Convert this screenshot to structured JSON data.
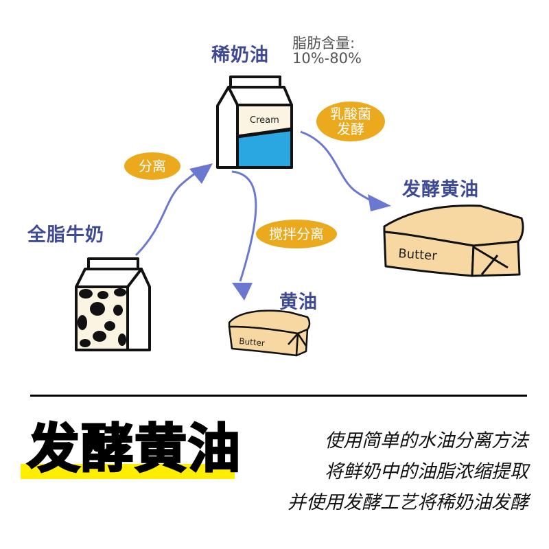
{
  "nodes": {
    "cream": {
      "label": "稀奶油",
      "note_line1": "脂肪含量:",
      "note_line2": "10%-80%",
      "carton_text": "Cream"
    },
    "whole_milk": {
      "label": "全脂牛奶"
    },
    "butter": {
      "label": "黄油",
      "pack_text": "Butter"
    },
    "cultured_butter": {
      "label": "发酵黄油",
      "pack_text": "Butter"
    }
  },
  "steps": {
    "separate": "分离",
    "churn": "搅拌分离",
    "ferment_line1": "乳酸菌",
    "ferment_line2": "发酵"
  },
  "footer": {
    "title": "发酵黄油",
    "desc_lines": [
      "使用简单的水油分离方法",
      "将鲜奶中的油脂浓缩提取",
      "并使用发酵工艺将稀奶油发酵"
    ]
  },
  "colors": {
    "label_blue": "#3f4a97",
    "pill": "#ebaa1e",
    "arrow": "#6a78d0",
    "cream_fill": "#2aa6e0",
    "butter": "#f7d8a2",
    "highlight": "#ffee00"
  }
}
